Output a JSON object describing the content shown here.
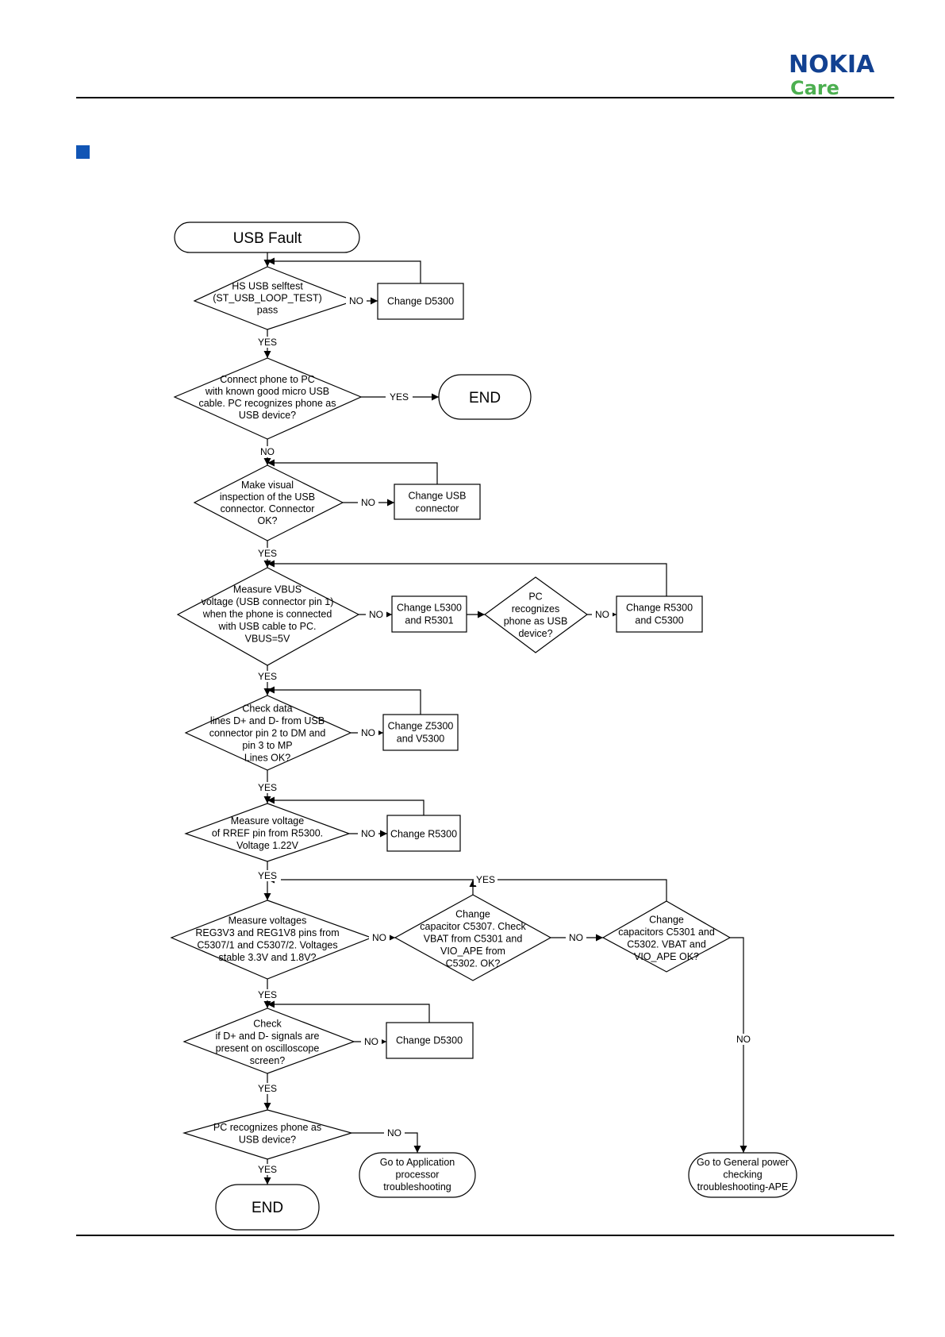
{
  "header": {
    "brand": "NOKIA",
    "sub_brand": "Care"
  },
  "flowchart": {
    "start": "USB Fault",
    "end_top": "END",
    "end_bottom": "END",
    "d1": [
      "HS USB selftest",
      "(ST_USB_LOOP_TEST)",
      "pass"
    ],
    "b1": [
      "Change D5300"
    ],
    "d2": [
      "Connect phone to PC",
      "with known good micro USB",
      "cable. PC recognizes phone as",
      "USB device?"
    ],
    "d3": [
      "Make visual",
      "inspection of the USB",
      "connector. Connector",
      "OK?"
    ],
    "b3": [
      "Change USB",
      "connector"
    ],
    "d4": [
      "Measure VBUS",
      "voltage (USB connector pin 1)",
      "when the phone is connected",
      "with USB cable to PC.",
      "VBUS=5V"
    ],
    "b4": [
      "Change L5300",
      "and R5301"
    ],
    "d4b": [
      "PC",
      "recognizes",
      "phone as USB",
      "device?"
    ],
    "b4b": [
      "Change R5300",
      "and C5300"
    ],
    "d5": [
      "Check data",
      "lines D+ and D- from USB",
      "connector pin 2 to DM and",
      "pin 3 to MP",
      "Lines OK?"
    ],
    "b5": [
      "Change Z5300",
      "and V5300"
    ],
    "d6": [
      "Measure voltage",
      "of RREF pin from R5300.",
      "Voltage 1.22V"
    ],
    "b6": [
      "Change R5300"
    ],
    "d7": [
      "Measure voltages",
      "REG3V3 and REG1V8 pins from",
      "C5307/1 and C5307/2. Voltages",
      "stable 3.3V and 1.8V?"
    ],
    "d7b": [
      "Change",
      "capacitor C5307. Check",
      "VBAT from C5301 and",
      "VIO_APE from",
      "C5302. OK?"
    ],
    "d7c": [
      "Change",
      "capacitors C5301 and",
      "C5302. VBAT and",
      "VIO_APE OK?"
    ],
    "d8": [
      "Check",
      "if D+ and D- signals are",
      "present on oscilloscope",
      "screen?"
    ],
    "b8": [
      "Change D5300"
    ],
    "d9": [
      "PC recognizes phone as",
      "USB device?"
    ],
    "t_app": [
      "Go to Application",
      "processor",
      "troubleshooting"
    ],
    "t_power": [
      "Go to General power",
      "checking",
      "troubleshooting-APE"
    ],
    "labels": {
      "yes": "YES",
      "no": "NO"
    }
  }
}
